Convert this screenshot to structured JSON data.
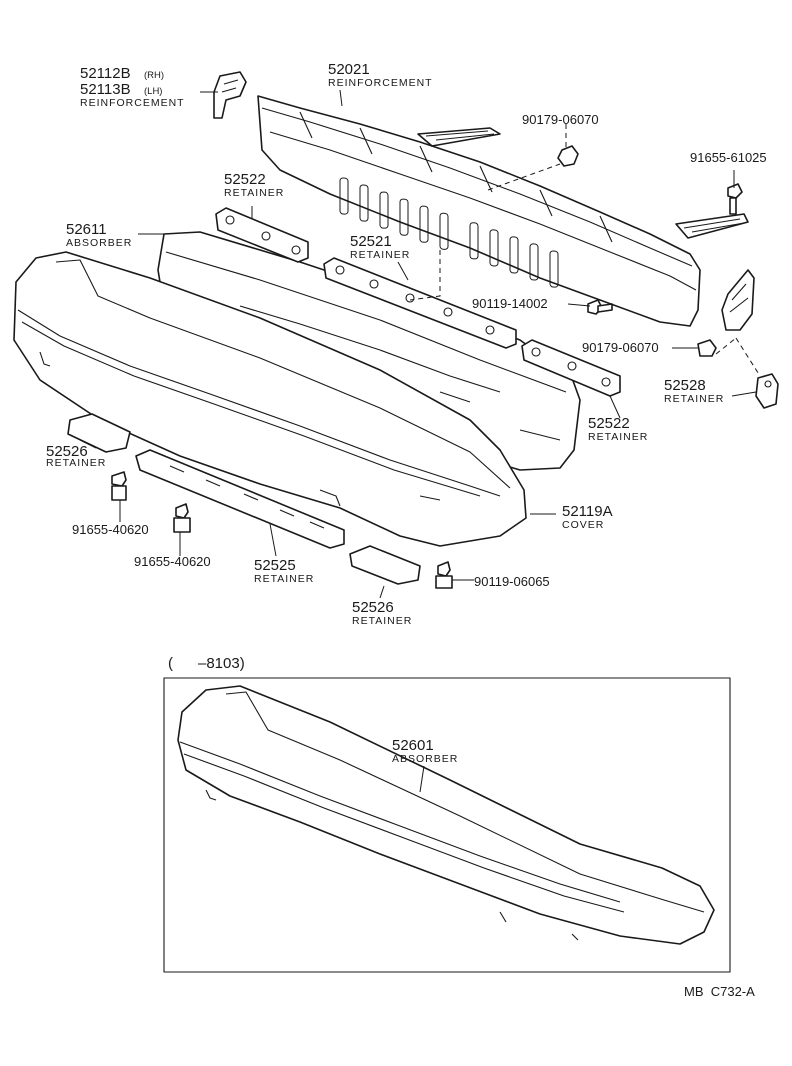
{
  "parts": {
    "p52112b": {
      "number": "52112B",
      "side": "(RH)"
    },
    "p52113b": {
      "number": "52113B",
      "side": "(LH)",
      "name": "REINFORCEMENT"
    },
    "p52021": {
      "number": "52021",
      "name": "REINFORCEMENT"
    },
    "p90179a": {
      "number": "90179-06070"
    },
    "p91655_61025": {
      "number": "91655-61025"
    },
    "p52522a": {
      "number": "52522",
      "name": "RETAINER"
    },
    "p52611": {
      "number": "52611",
      "name": "ABSORBER"
    },
    "p52521": {
      "number": "52521",
      "name": "RETAINER"
    },
    "p90119_14002": {
      "number": "90119-14002"
    },
    "p90179b": {
      "number": "90179-06070"
    },
    "p52528": {
      "number": "52528",
      "name": "RETAINER"
    },
    "p52522b": {
      "number": "52522",
      "name": "RETAINER"
    },
    "p52526a": {
      "number": "52526",
      "name": "RETAINER"
    },
    "p52119a": {
      "number": "52119A",
      "name": "COVER"
    },
    "p91655_40620a": {
      "number": "91655-40620"
    },
    "p91655_40620b": {
      "number": "91655-40620"
    },
    "p52525": {
      "number": "52525",
      "name": "RETAINER"
    },
    "p90119_06065": {
      "number": "90119-06065"
    },
    "p52526b": {
      "number": "52526",
      "name": "RETAINER"
    },
    "p52601": {
      "number": "52601",
      "name": "ABSORBER"
    }
  },
  "inset": {
    "range": "(      –8103)"
  },
  "footer": {
    "code": "MB  C732-A"
  }
}
